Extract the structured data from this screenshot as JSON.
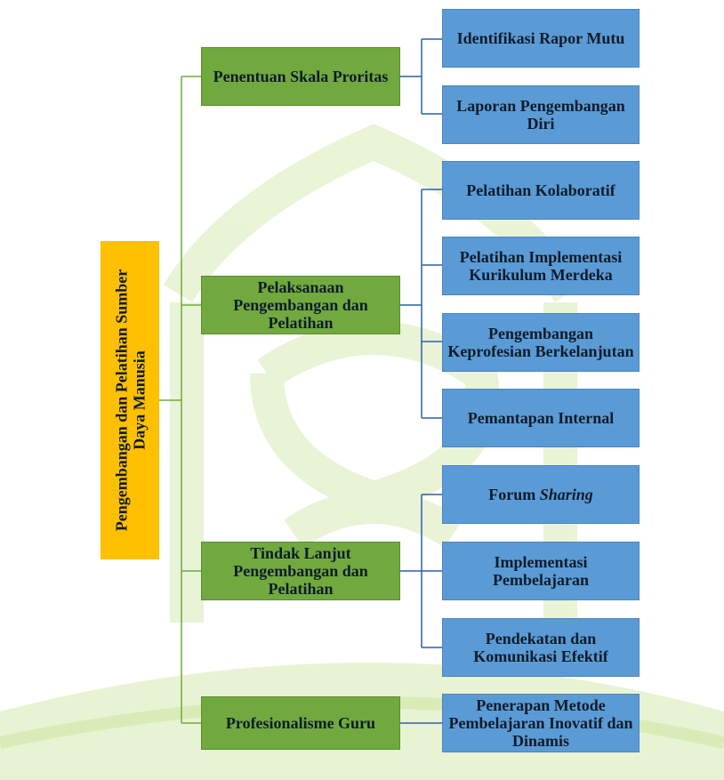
{
  "root": {
    "line1": "Pengembangan dan Pelatihan Sumber",
    "line2": "Daya Manusia"
  },
  "branches": [
    {
      "label": "Penentuan Skala Proritas",
      "children": [
        "Identifikasi Rapor Mutu",
        "Laporan Pengembangan Diri"
      ]
    },
    {
      "label": "Pelaksanaan Pengembangan dan Pelatihan",
      "children": [
        "Pelatihan Kolaboratif",
        "Pelatihan Implementasi Kurikulum Merdeka",
        "Pengembangan Keprofesian Berkelanjutan",
        "Pemantapan Internal"
      ]
    },
    {
      "label": "Tindak Lanjut Pengembangan dan Pelatihan",
      "children": [
        {
          "prefix": "Forum ",
          "emphasis": "Sharing"
        },
        "Implementasi Pembelajaran",
        "Pendekatan dan Komunikasi Efektif"
      ]
    },
    {
      "label": "Profesionalisme Guru",
      "children": [
        "Penerapan Metode Pembelajaran Inovatif dan Dinamis"
      ]
    }
  ],
  "colors": {
    "root": "#ffc000",
    "branch": "#71a93f",
    "leaf": "#5b9bd5",
    "root_connector": "#71a93f",
    "leaf_connector": "#2e5fa8",
    "watermark": "#e6f2cf"
  }
}
